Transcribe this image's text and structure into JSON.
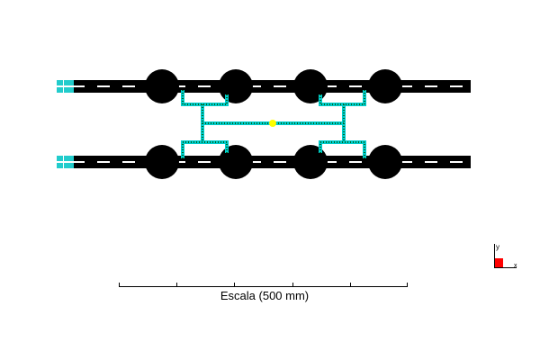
{
  "scale": {
    "label": "Escala (500 mm)"
  },
  "axes": {
    "y_label": "y",
    "x_label": "x",
    "origin_color": "#ff0000"
  },
  "colors": {
    "track": "#000000",
    "pipe": "#00cccc",
    "pipe_core": "#009933",
    "node": "#ffff00",
    "connector": "#00cccc"
  }
}
